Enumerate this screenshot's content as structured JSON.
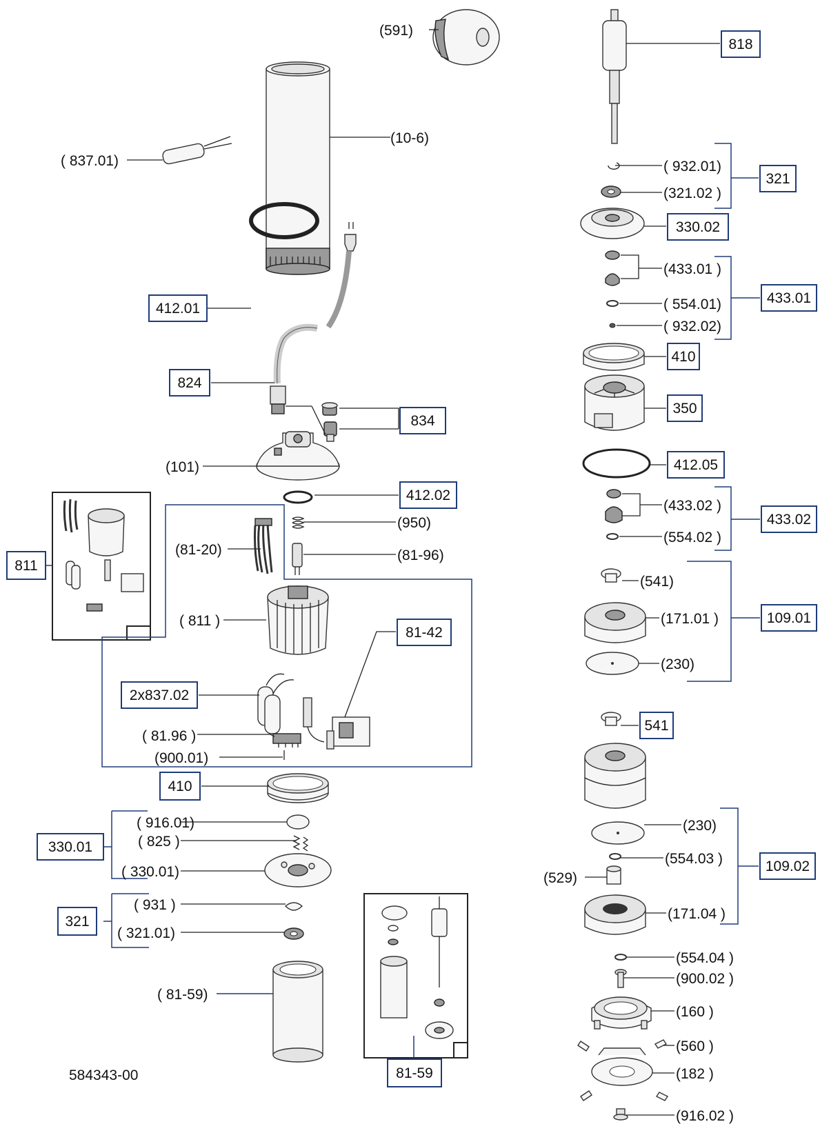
{
  "drawing_number": "584343-00",
  "boxed_labels": {
    "b818": "818",
    "b321_top": "321",
    "b330_02": "330.02",
    "b433_01": "433.01",
    "b410_right": "410",
    "b350": "350",
    "b412_05": "412.05",
    "b433_02": "433.02",
    "b109_01": "109.01",
    "b541": "541",
    "b109_02": "109.02",
    "b412_01": "412.01",
    "b824": "824",
    "b834": "834",
    "b412_02": "412.02",
    "b811": "811",
    "b81_42": "81-42",
    "b2x837_02": "2x837.02",
    "b410_left": "410",
    "b330_01": "330.01",
    "b321_bottom": "321",
    "b81_59": "81-59"
  },
  "part_labels": {
    "p591": "(591)",
    "p10_6": "(10-6)",
    "p837_01": "( 837.01)",
    "p101": "(101)",
    "p950": "(950)",
    "p81_20": "(81-20)",
    "p81_96a": "(81-96)",
    "p811": "( 811 )",
    "p81_96b": "( 81.96 )",
    "p900_01": "(900.01)",
    "p916_01": "( 916.01)",
    "p825": "( 825 )",
    "p330_01": "( 330.01)",
    "p931": "( 931 )",
    "p321_01": "( 321.01)",
    "p81_59": "( 81-59)",
    "p932_01": "( 932.01)",
    "p321_02": "(321.02 )",
    "p433_01": "(433.01 )",
    "p554_01": "( 554.01)",
    "p932_02": "( 932.02)",
    "p433_02": "(433.02 )",
    "p554_02": "(554.02 )",
    "p541": "(541)",
    "p171_01": "(171.01 )",
    "p230a": "(230)",
    "p230b": "(230)",
    "p554_03": "(554.03 )",
    "p529": "(529)",
    "p171_04": "(171.04 )",
    "p554_04": "(554.04 )",
    "p900_02": "(900.02 )",
    "p160": "(160 )",
    "p560": "(560 )",
    "p182": "(182 )",
    "p916_02": "(916.02 )"
  },
  "colors": {
    "box_stroke": "#1f3c78",
    "part_fill": "#e4e4e4",
    "dark_part": "#9a9a9a"
  }
}
